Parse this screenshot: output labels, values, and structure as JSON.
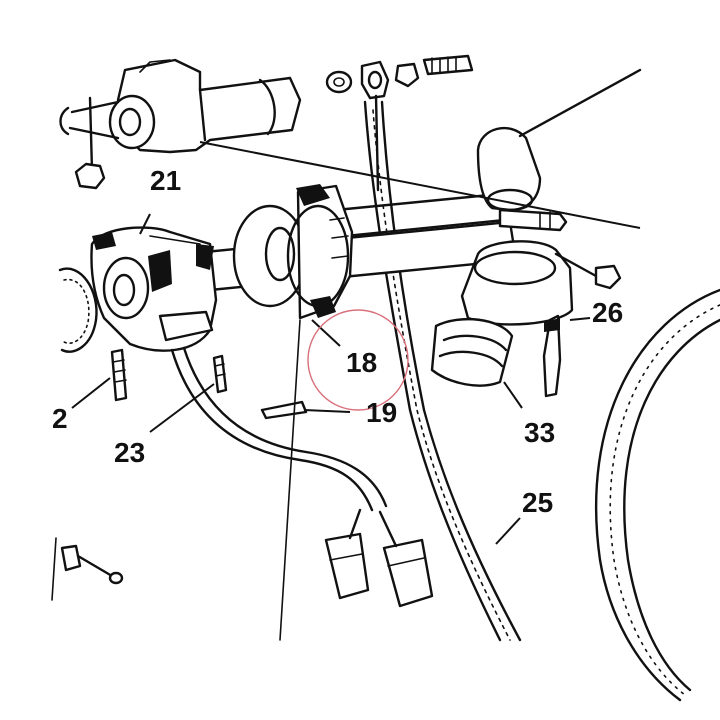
{
  "callouts": {
    "p21": "21",
    "p22": "2",
    "p23": "23",
    "p18": "18",
    "p19": "19",
    "p26": "26",
    "p33": "33",
    "p25": "25"
  },
  "highlight_color": "#d9707a"
}
